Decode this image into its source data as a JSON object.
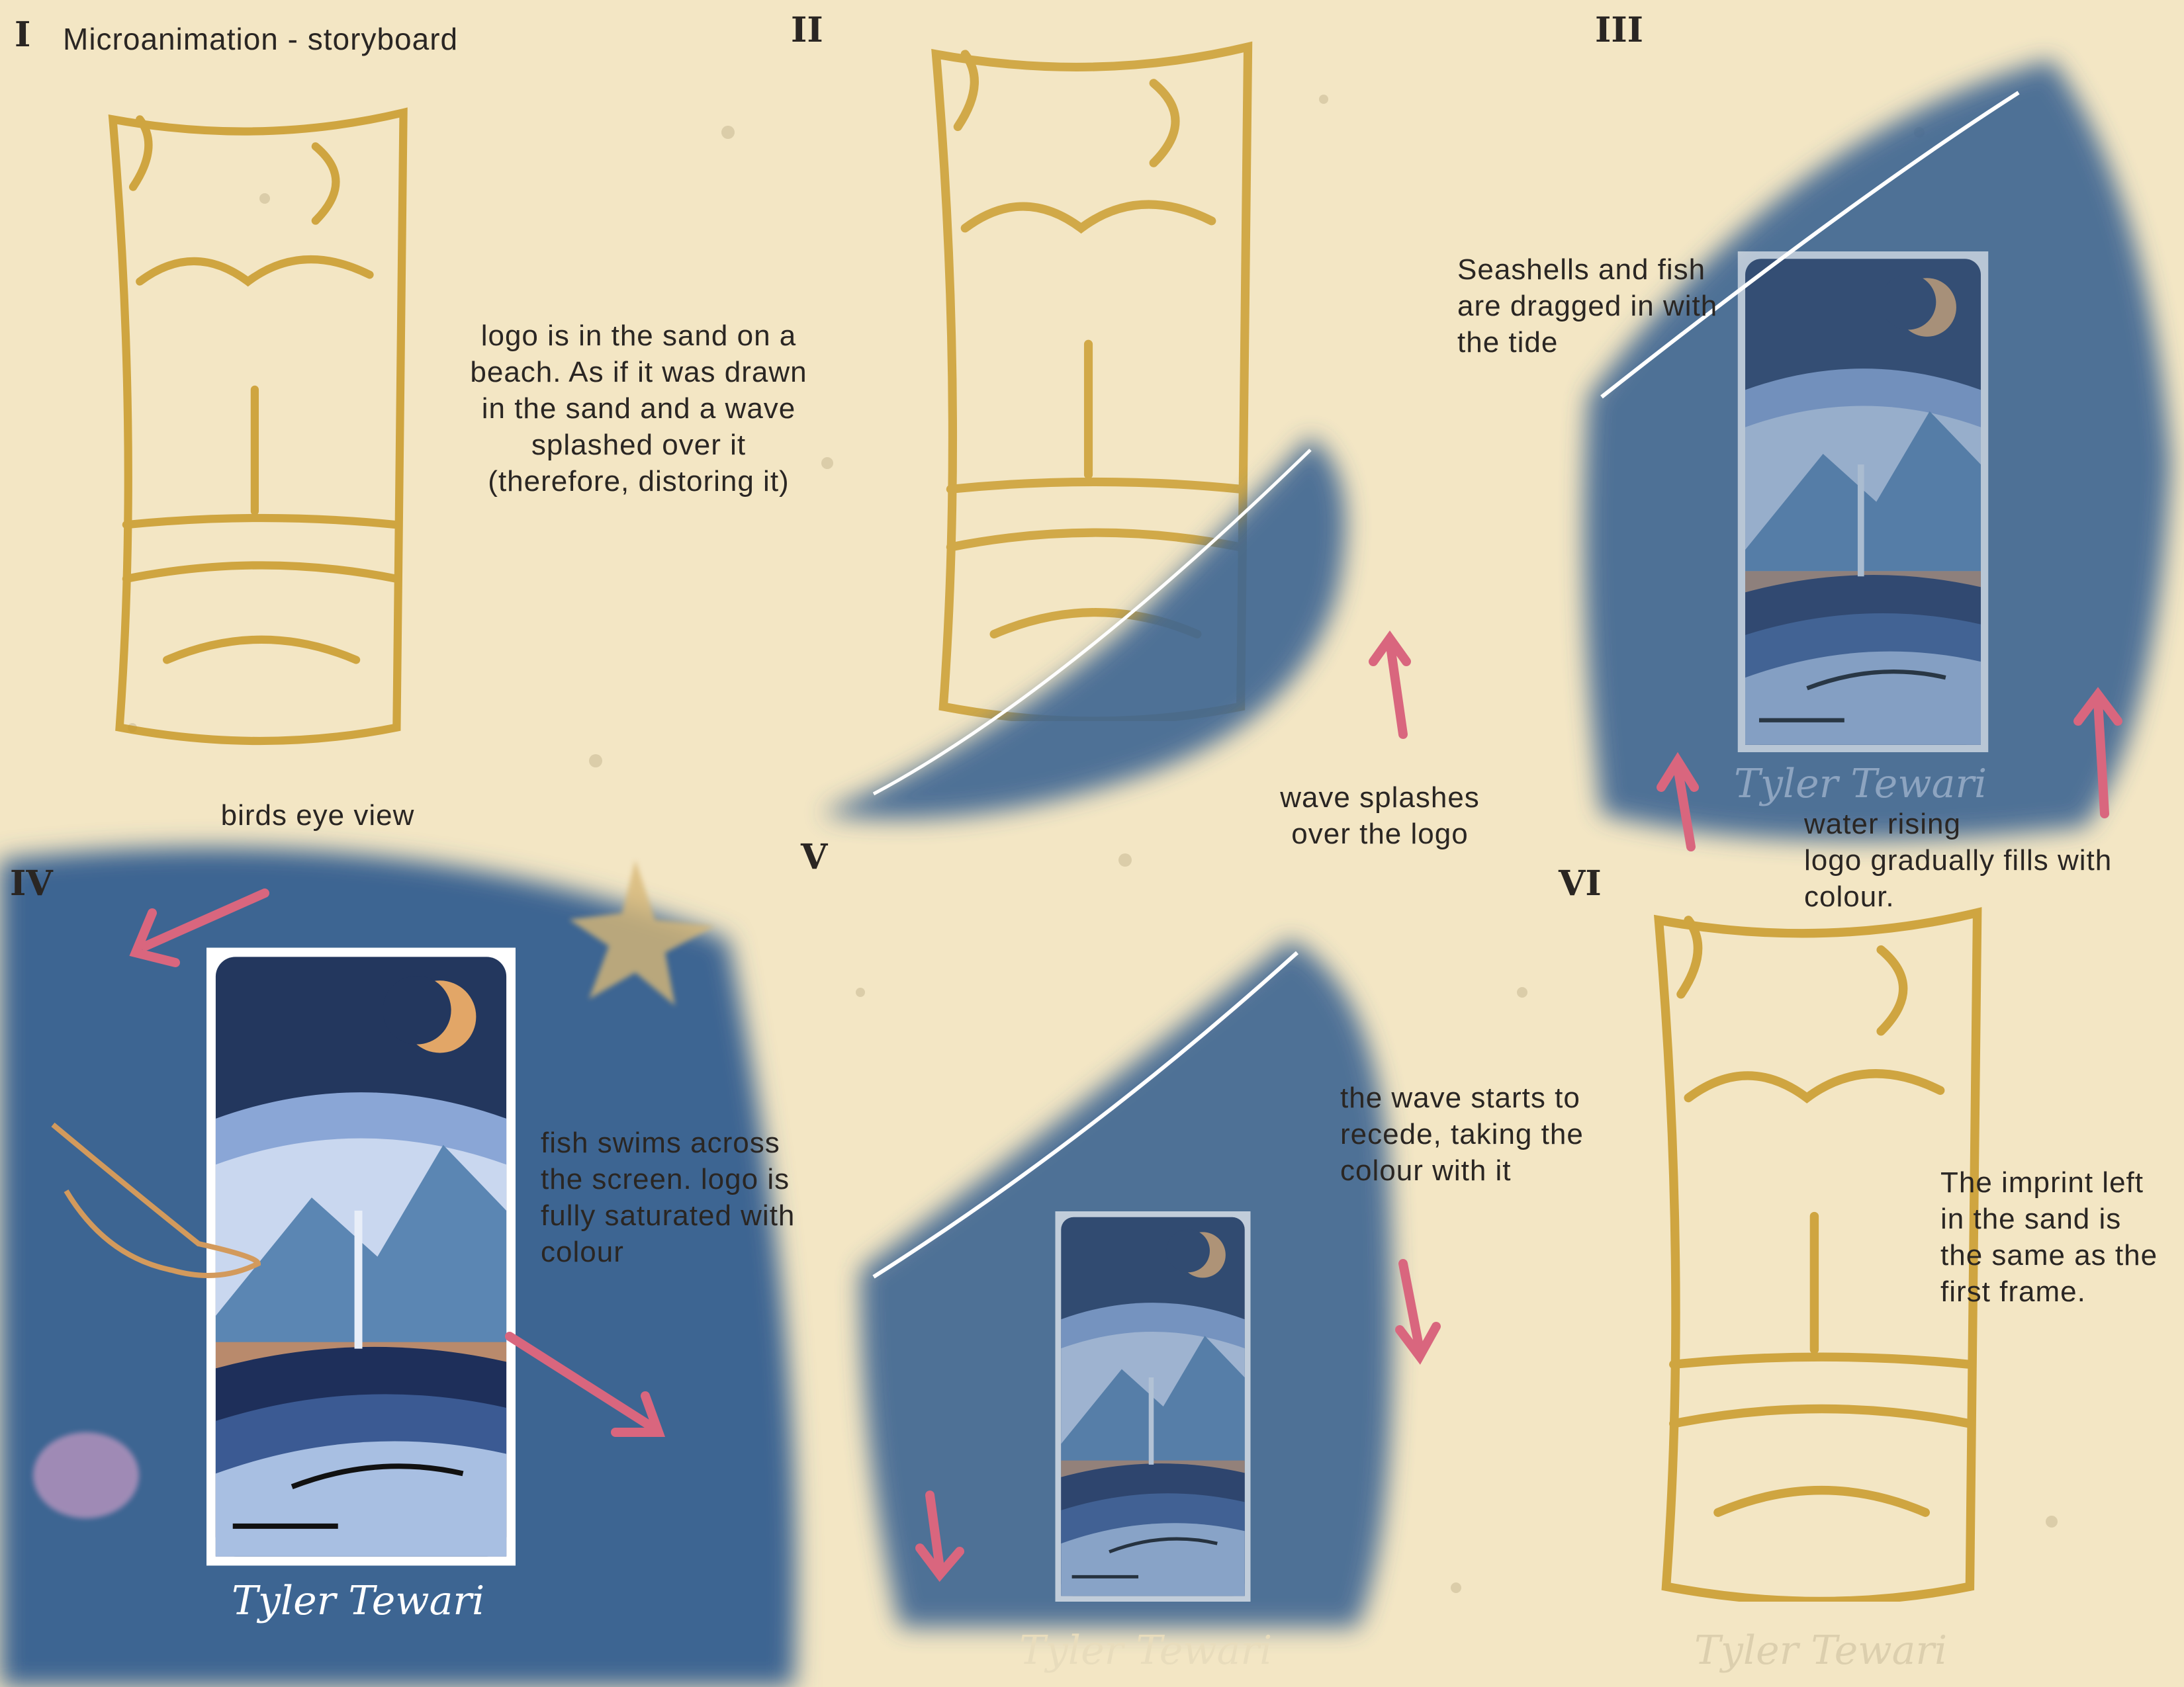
{
  "title": "Microanimation - storyboard",
  "colors": {
    "sand": "#f3e6c4",
    "gold": "#c99a2a",
    "ocean": "#3d6592",
    "navy": "#23375e",
    "arrow": "#d9667e",
    "text": "#2a2623"
  },
  "frames": [
    {
      "numeral": "I",
      "notes": [
        "logo is in the sand on a beach. As if it was drawn in the sand and a wave splashed over it (therefore, distoring it)",
        "birds eye view"
      ]
    },
    {
      "numeral": "II",
      "notes": [
        "wave splashes over the logo"
      ]
    },
    {
      "numeral": "III",
      "notes": [
        "Seashells and fish are dragged in with the tide",
        "water rising\nlogo gradually fills with colour."
      ]
    },
    {
      "numeral": "IV",
      "notes": [
        "fish swims across the screen. logo is fully saturated with colour"
      ]
    },
    {
      "numeral": "V",
      "notes": [
        "the wave starts to recede, taking the colour with it"
      ]
    },
    {
      "numeral": "VI",
      "notes": [
        "The imprint left in the sand is the same as the first frame."
      ]
    }
  ],
  "signature": "Tyler Tewari"
}
